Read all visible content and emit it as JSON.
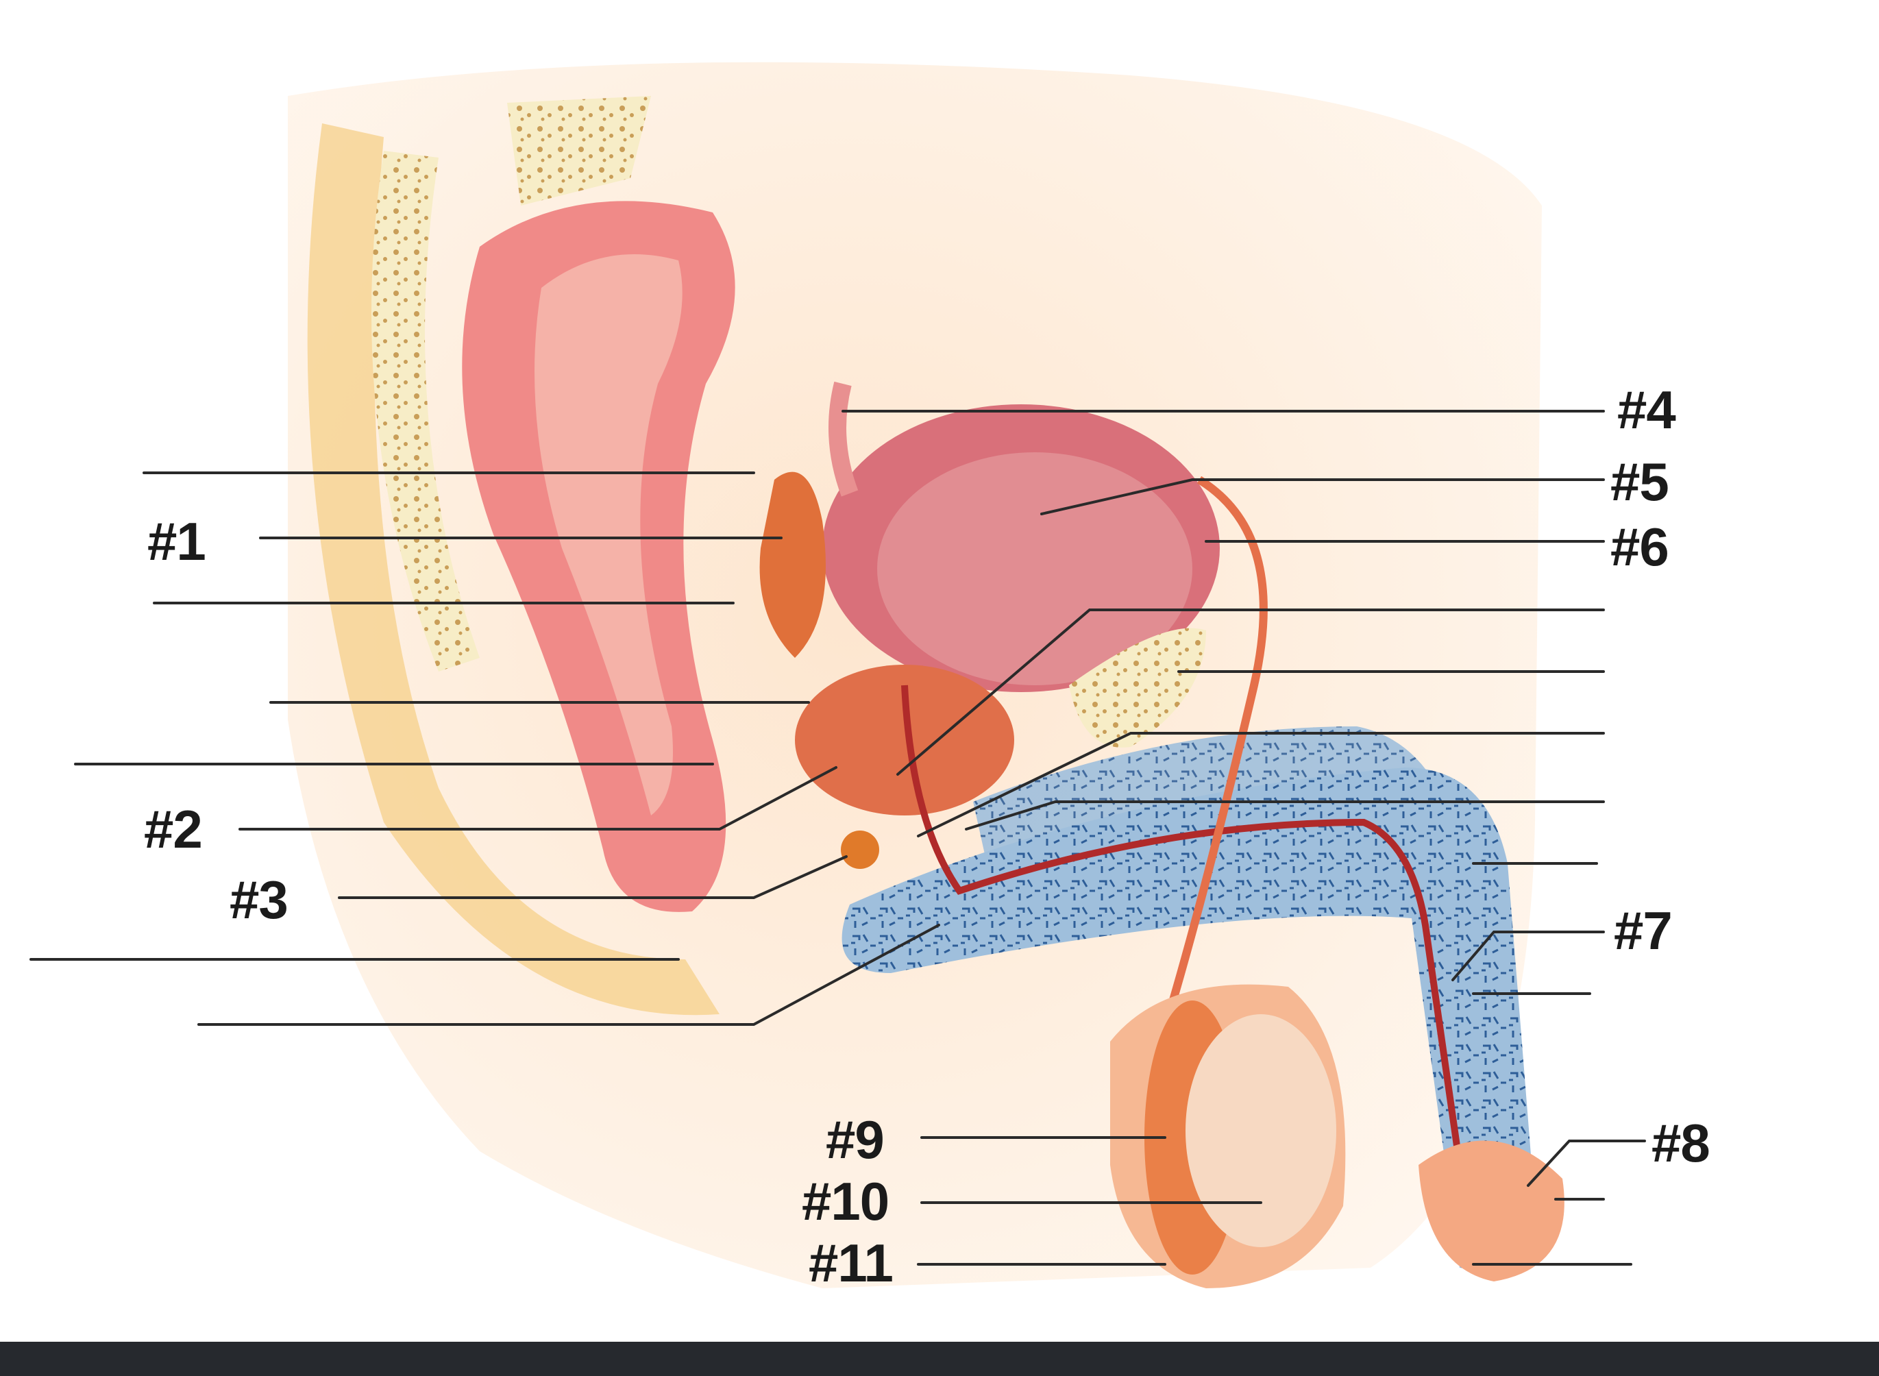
{
  "labels": [
    "#1",
    "#2",
    "#3",
    "#4",
    "#5",
    "#6",
    "#7",
    "#8",
    "#9",
    "#10",
    "#11"
  ],
  "colors": {
    "skin": "#fbe3c8",
    "fat": "#f6d08a",
    "rectum": "#f08080",
    "bladder": "#d9707a",
    "gland": "#e0703a",
    "erectile": "#6c97c2",
    "testis": "#f7d9c2",
    "bar": "#26292e"
  }
}
